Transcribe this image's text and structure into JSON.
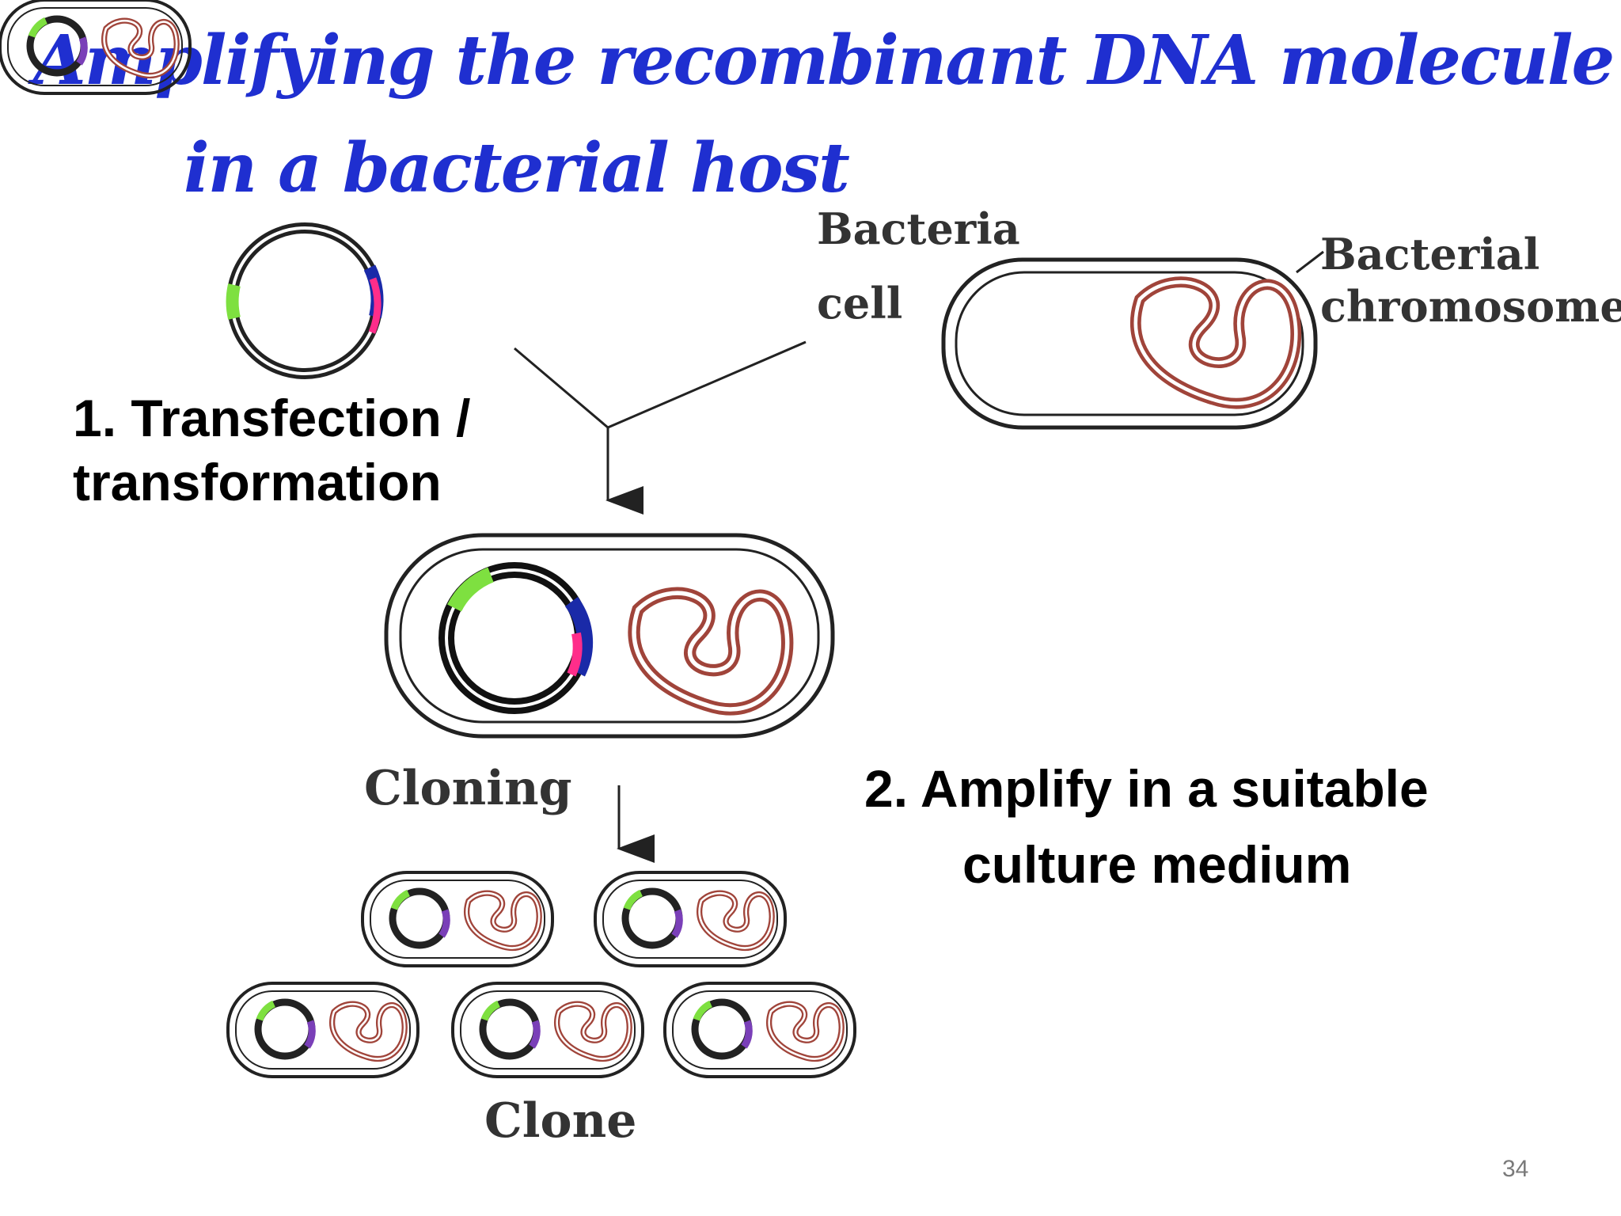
{
  "slide": {
    "title_line1": "Amplifying the recombinant DNA molecule",
    "title_line2": "in a bacterial host",
    "page_number": "34"
  },
  "steps": {
    "step1_line1": "1.  Transfection /",
    "step1_line2": "transformation",
    "step2_line1": "2.  Amplify in a suitable",
    "step2_line2": "culture medium"
  },
  "diagram": {
    "bacteria_cell_line1": "Bacteria",
    "bacteria_cell_line2": "cell",
    "chromosome_line1": "Bacterial",
    "chromosome_line2": "chromosome",
    "cloning_label": "Cloning",
    "clone_label": "Clone"
  },
  "colors": {
    "title": "#1f2fd0",
    "chromosome": "#a0443a",
    "insert_green": "#7ee040",
    "insert_pink": "#ff2d8a",
    "insert_blue": "#1a2aa8"
  }
}
